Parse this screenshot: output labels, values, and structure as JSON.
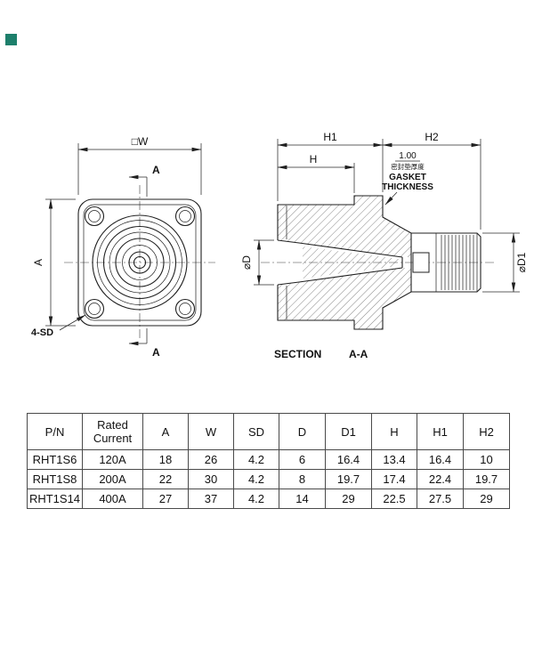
{
  "marker": {
    "color": "#1d7f6b"
  },
  "front_view": {
    "dim_width": "□W",
    "dim_a": "A",
    "holes_note": "4-SD",
    "section_arrow_top": "A",
    "section_arrow_bottom": "A"
  },
  "section_view": {
    "dim_h1": "H1",
    "dim_h2": "H2",
    "dim_h": "H",
    "gasket_value": "1.00",
    "gasket_note_cn": "密封垫厚度",
    "gasket_note_en1": "GASKET",
    "gasket_note_en2": "THICKNESS",
    "dim_d": "⌀D",
    "dim_d1": "⌀D1",
    "caption": "SECTION",
    "caption_cut": "A-A"
  },
  "table": {
    "headers": [
      "P/N",
      "Rated Current",
      "A",
      "W",
      "SD",
      "D",
      "D1",
      "H",
      "H1",
      "H2"
    ],
    "rows": [
      [
        "RHT1S6",
        "120A",
        "18",
        "26",
        "4.2",
        "6",
        "16.4",
        "13.4",
        "16.4",
        "10"
      ],
      [
        "RHT1S8",
        "200A",
        "22",
        "30",
        "4.2",
        "8",
        "19.7",
        "17.4",
        "22.4",
        "19.7"
      ],
      [
        "RHT1S14",
        "400A",
        "27",
        "37",
        "4.2",
        "14",
        "29",
        "22.5",
        "27.5",
        "29"
      ]
    ]
  }
}
